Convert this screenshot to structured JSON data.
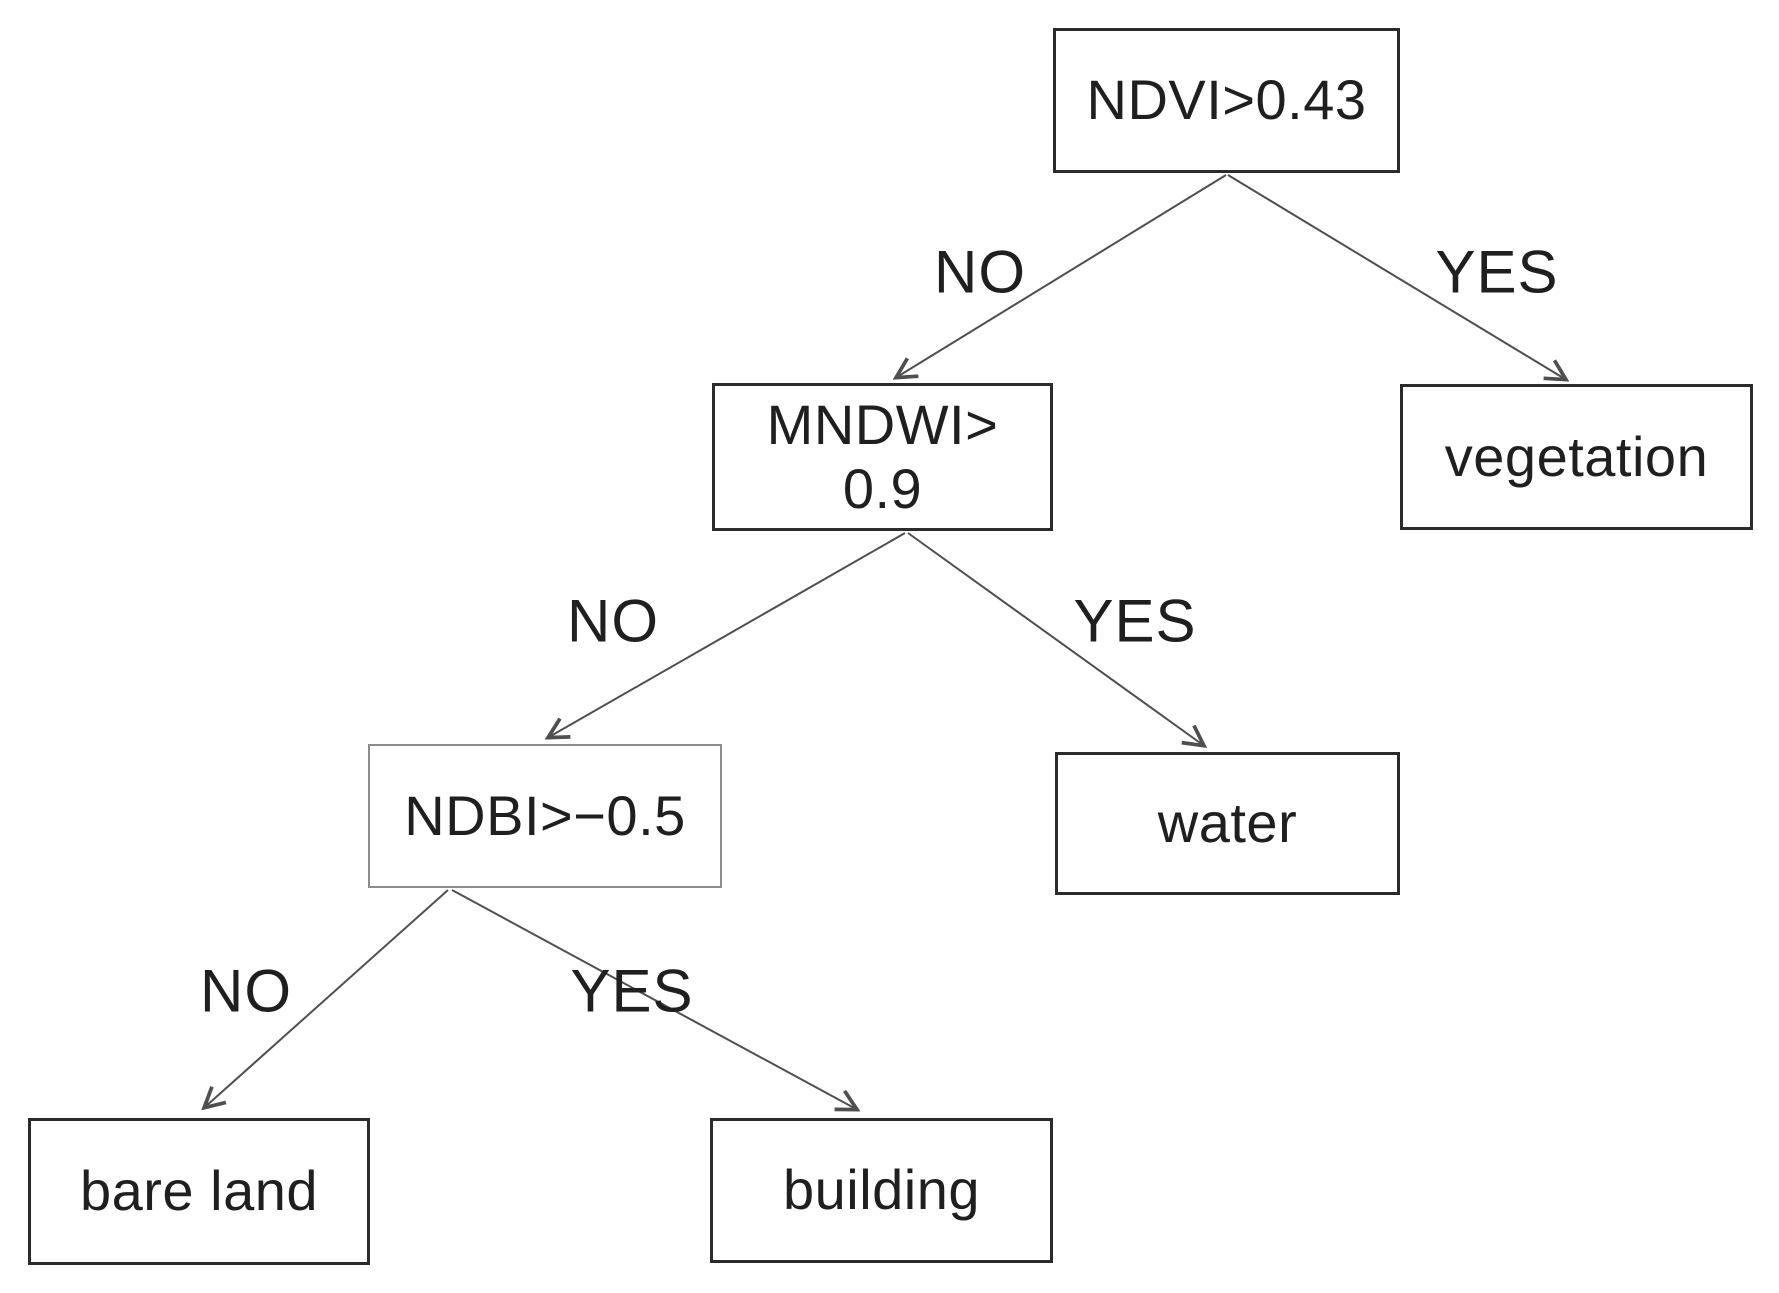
{
  "diagram": {
    "type": "decision-tree",
    "colors": {
      "background": "#ffffff",
      "node_border": "#2b2b2b",
      "ndbi_node_border": "#8c8c8c",
      "edge_line": "#4f4f4f",
      "text": "#1f1f1f"
    },
    "nodes": {
      "ndvi": {
        "label": "NDVI>0.43",
        "kind": "condition"
      },
      "mndwi": {
        "line1": "MNDWI>",
        "line2": "0.9",
        "kind": "condition"
      },
      "vegetation": {
        "label": "vegetation",
        "kind": "leaf"
      },
      "ndbi": {
        "label": "NDBI>−0.5",
        "kind": "condition"
      },
      "water": {
        "label": "water",
        "kind": "leaf"
      },
      "bare_land": {
        "label": "bare land",
        "kind": "leaf"
      },
      "building": {
        "label": "building",
        "kind": "leaf"
      }
    },
    "edges": [
      {
        "from": "ndvi",
        "to": "mndwi",
        "label": "NO"
      },
      {
        "from": "ndvi",
        "to": "vegetation",
        "label": "YES"
      },
      {
        "from": "mndwi",
        "to": "ndbi",
        "label": "NO"
      },
      {
        "from": "mndwi",
        "to": "water",
        "label": "YES"
      },
      {
        "from": "ndbi",
        "to": "bare_land",
        "label": "NO"
      },
      {
        "from": "ndbi",
        "to": "building",
        "label": "YES"
      }
    ]
  }
}
